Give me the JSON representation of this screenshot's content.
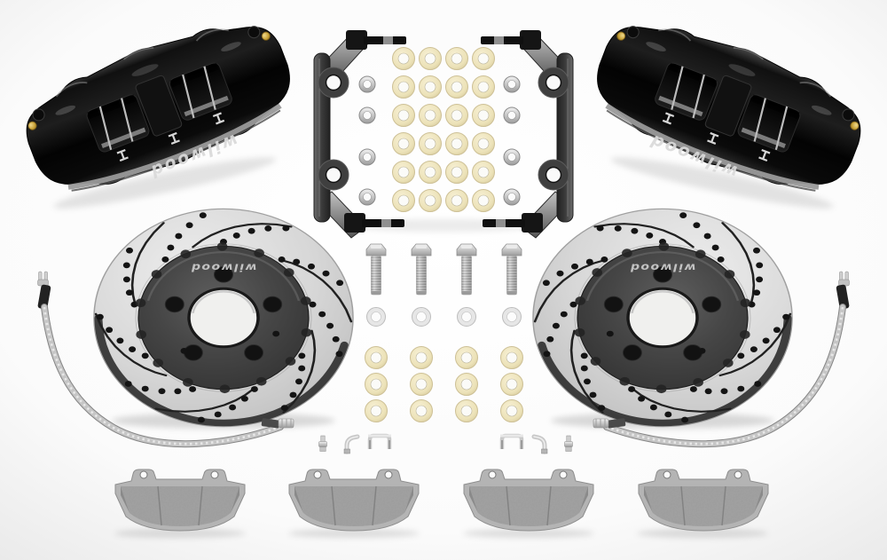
{
  "image_type": "product-photo",
  "brand": {
    "logo_text": "wilwood"
  },
  "palette": {
    "background": "#ffffff",
    "caliper_black": "#0c0c0c",
    "rotor_face": "#cfcfcf",
    "rotor_hub": "#414141",
    "bracket_gray": "#3f3f3f",
    "nylon_washer": "#efe7c4",
    "silver": "#c6c6c6",
    "gold_bleed_screw": "#c9a339",
    "pad_gray": "#a2a2a2",
    "line_braid": "#c4c4c4"
  },
  "calipers": {
    "count": 2,
    "logo_text": "wilwood",
    "finish_color": "#0c0c0c"
  },
  "rotors": {
    "count": 2,
    "hub_logo_text": "wilwood",
    "lug_holes": 5,
    "slots": 6,
    "drill_hole_chains": 9
  },
  "brackets": {
    "count": 2,
    "holes_per_bracket": 2,
    "studs_per_bracket": 2
  },
  "hardware": {
    "caliper_bolts": {
      "count": 4
    },
    "flat_washers": {
      "count": 4
    },
    "bracket_washer_grid": {
      "cols": 4,
      "rows": 6
    },
    "bracket_side_washers": {
      "per_side": 4
    },
    "shim_washer_grid": {
      "cols": 4,
      "rows": 3
    },
    "fittings_per_side": 3
  },
  "pads": {
    "count": 4
  },
  "lines": {
    "count": 2
  }
}
